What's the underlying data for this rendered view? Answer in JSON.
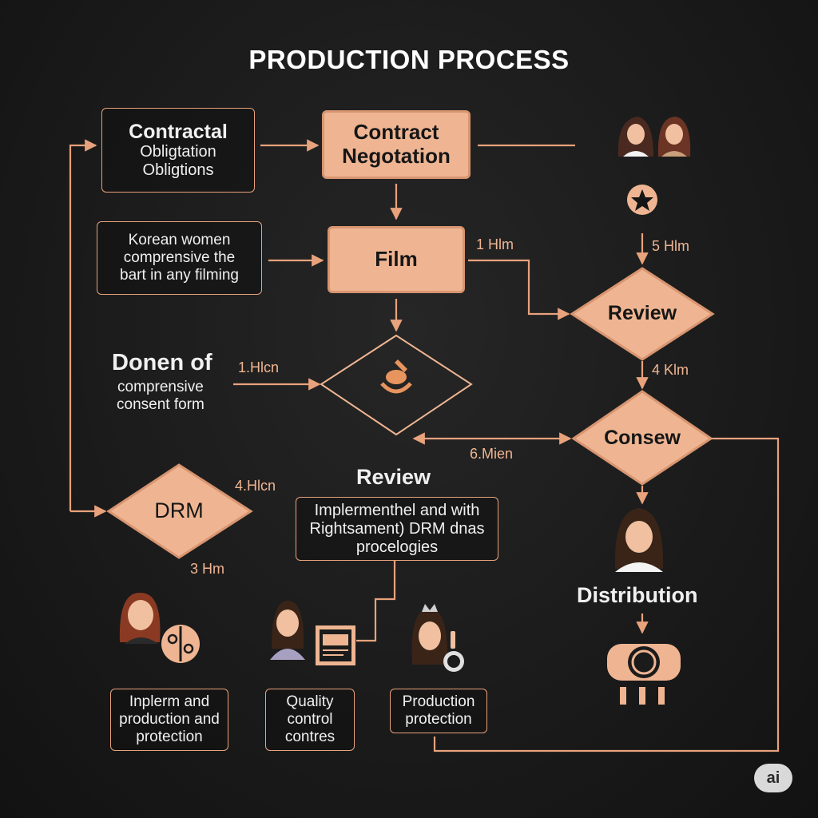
{
  "title": "PRODUCTION PROCESS",
  "nodes": {
    "contractual_obligation": [
      "Contractal",
      "Obligtation",
      "Obligtions"
    ],
    "contract_negotiation": [
      "Contract",
      "Negotation"
    ],
    "korean_women": [
      "Korean women",
      "comprensive the",
      "bart in any filming"
    ],
    "film": "Film",
    "donen_title": "Donen of",
    "donen_sub": [
      "comprensive",
      "consent form"
    ],
    "review_diamond": "Review",
    "consew_diamond": "Consew",
    "drm_diamond": "DRM",
    "review_heading": "Review",
    "implement_box": [
      "Implermenthel and with",
      "Rightsament) DRM dnas",
      "procelogies"
    ],
    "distribution": "Distribution",
    "bottom_box_1": [
      "Inplerm and",
      "production and",
      "protection"
    ],
    "bottom_box_2": [
      "Quality",
      "control",
      "contres"
    ],
    "bottom_box_3": [
      "Production",
      "protection"
    ]
  },
  "edge_labels": {
    "film_to_review": "1 Hlm",
    "star_to_review": "5 Hlm",
    "donen_to_diamond": "1.Hlcn",
    "review_to_consew": "4 Klm",
    "consew_to_diamond": "6.Mien",
    "drm_top": "4.Hlcn",
    "drm_bottom": "3 Hm"
  },
  "icons": [
    "two-women-avatars-icon",
    "star-icon",
    "hand-icon",
    "woman-avatar-icon",
    "camera-reel-icon",
    "gears-circle-icon",
    "certificate-icon",
    "crowned-woman-icon",
    "badge-icon"
  ],
  "badge": "ai",
  "colors": {
    "accent": "#efb592",
    "accent_dark": "#d89570",
    "background": "#1b1b1b",
    "text": "#f2f2f2"
  }
}
